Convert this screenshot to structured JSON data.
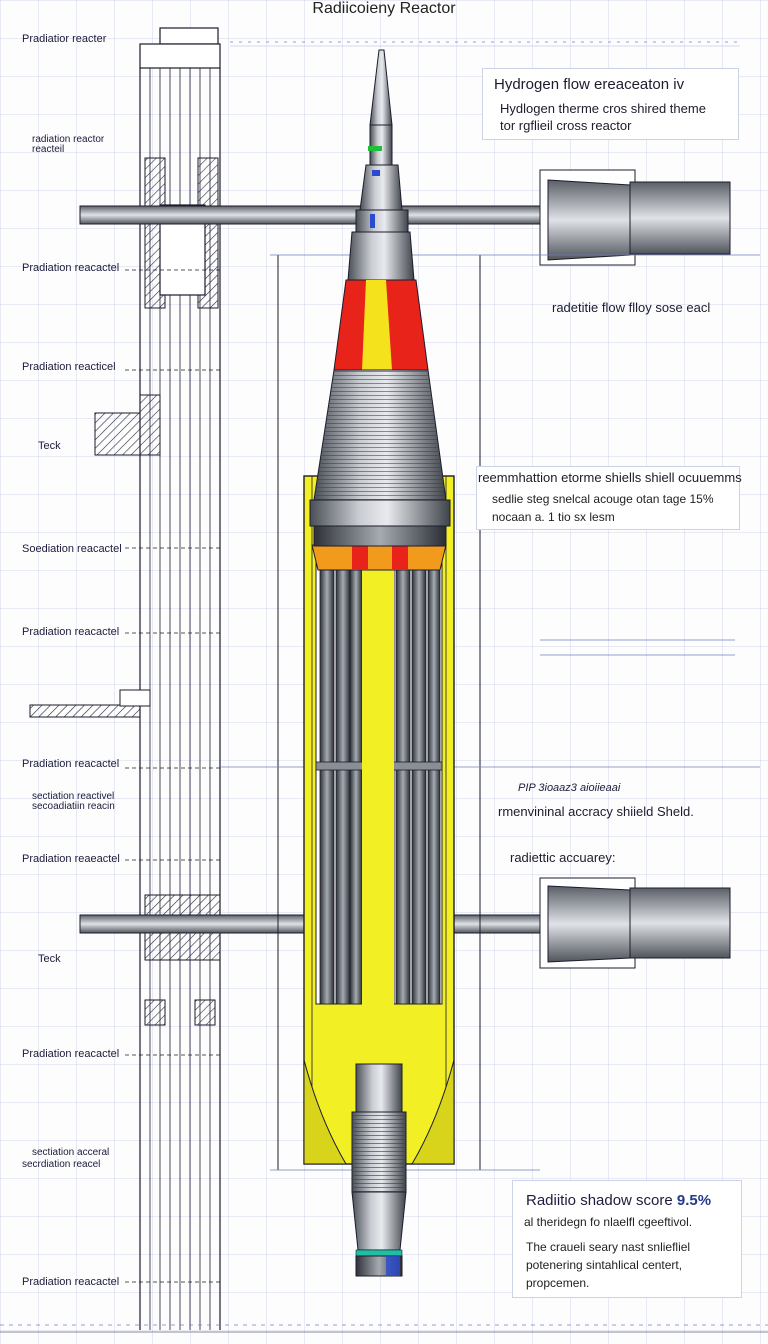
{
  "title": "Radiicoieny Reactor",
  "left_labels": [
    {
      "text": "Pradiatior reacter"
    },
    {
      "text": "radiation reactor"
    },
    {
      "text": "reacteil"
    },
    {
      "text": "Pradiation reacactel"
    },
    {
      "text": "Pradiation reacticel"
    },
    {
      "text": "Teck"
    },
    {
      "text": "Soediation reacactel"
    },
    {
      "text": "Pradiation reacactel"
    },
    {
      "text": "Pradiation reacactel"
    },
    {
      "text": "sectiation reactivel"
    },
    {
      "text": "secoadiatiin reacin"
    },
    {
      "text": "Pradiation reaeactel"
    },
    {
      "text": "Teck"
    },
    {
      "text": "Pradiation reacactel"
    },
    {
      "text": "sectiation acceral"
    },
    {
      "text": "secrdiation reacel"
    },
    {
      "text": "Pradiation reacactel"
    }
  ],
  "notes": {
    "hydrogen_heading": "Hydrogen flow ereaceaton iv",
    "hydrogen_line1": "Hydlogen therme cros shired theme",
    "hydrogen_line2": "tor rgflieil cross reactor",
    "radiation_flow": "radetitie flow flloy sose eacl",
    "shield_heading": "reemmhattion etorme shiells shiell ocuuemms",
    "shield_line1": "sedlie steg snelcal acouge otan tage 15%",
    "shield_line2": "nocaan  a. 1  tio  sx  lesm",
    "accuracy_small": "PIP 3ioaaz3 aioiieaai",
    "accuracy_heading": "rmenvininal accracy shiield Sheld.",
    "accuracy_sub": "radiettic accuarey:",
    "score_label": "Radiitio shadow score",
    "score_value": "9.5%",
    "score_line": "al theridegn fo nlaelfl cgeeftivol.",
    "score_body1": "The craueli seary nast snliefliel",
    "score_body2": "potenering sintahlical centert,",
    "score_body3": "propcemen."
  },
  "colors": {
    "rocket_grey": "#8a8f96",
    "band_red": "#e8231a",
    "band_yellow": "#f4e21c",
    "shield_yellow": "#f2ef24",
    "blueprint_line": "#6d7fbf"
  }
}
